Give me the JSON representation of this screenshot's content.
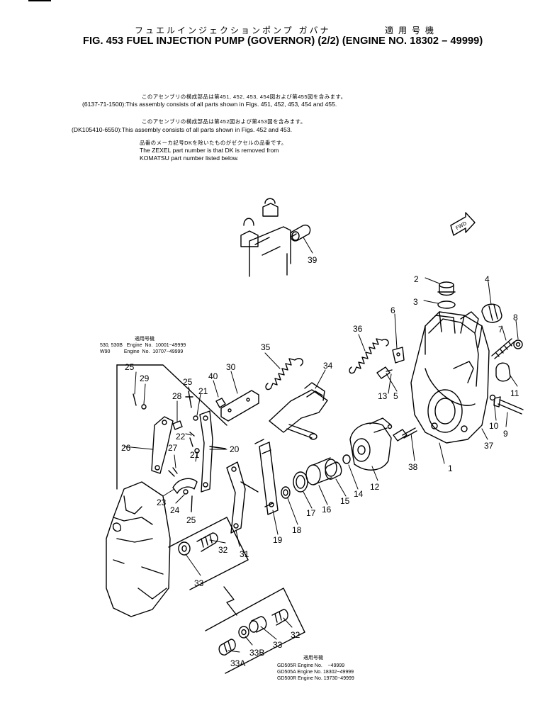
{
  "header": {
    "jp_title": "フュエルインジェクションポンプ ガバナ",
    "jp_applicability": "適用号機",
    "fig_title": "FIG. 453  FUEL INJECTION PUMP (GOVERNOR) (2/2) (ENGINE NO. 18302 – 49999)"
  },
  "notes": [
    {
      "jp": "このアセンブリの構成部品は第451, 452, 453, 454図および第455図を含みます。",
      "code": "(6137-71-1500):",
      "en": "This assembly consists of all parts shown in Figs. 451, 452, 453, 454 and 455."
    },
    {
      "jp": "このアセンブリの構成部品は第452図および第453図を含みます。",
      "code": "(DK105410-6550):",
      "en": "This assembly consists of all parts shown in Figs. 452 and 453."
    },
    {
      "jp": "品番のメーカ記号DKを除いたものがゼクセルの品番です。",
      "en1": "The ZEXEL part number is that DK is removed from",
      "en2": "KOMATSU part number listed below."
    }
  ],
  "inset_left": {
    "header": "適用号機",
    "lines": [
      "530, 530B   Engine  No.  10001~49999",
      "W90          Engine  No.  10707~49999"
    ]
  },
  "inset_bottom": {
    "header": "適用号機",
    "lines": [
      "GD505R Engine No.    ~49999",
      "GD505A Engine No. 18302~49999",
      "GD500R Engine No. 19730~49999"
    ]
  },
  "fwd_label": "FWD",
  "callouts": [
    "1",
    "2",
    "3",
    "4",
    "5",
    "6",
    "7",
    "8",
    "9",
    "10",
    "11",
    "12",
    "13",
    "14",
    "15",
    "16",
    "17",
    "18",
    "19",
    "20",
    "21",
    "21",
    "22",
    "23",
    "24",
    "25",
    "25",
    "25",
    "26",
    "27",
    "28",
    "29",
    "30",
    "31",
    "32",
    "32",
    "33",
    "33",
    "33A",
    "33B",
    "34",
    "35",
    "36",
    "37",
    "38",
    "39",
    "40"
  ]
}
